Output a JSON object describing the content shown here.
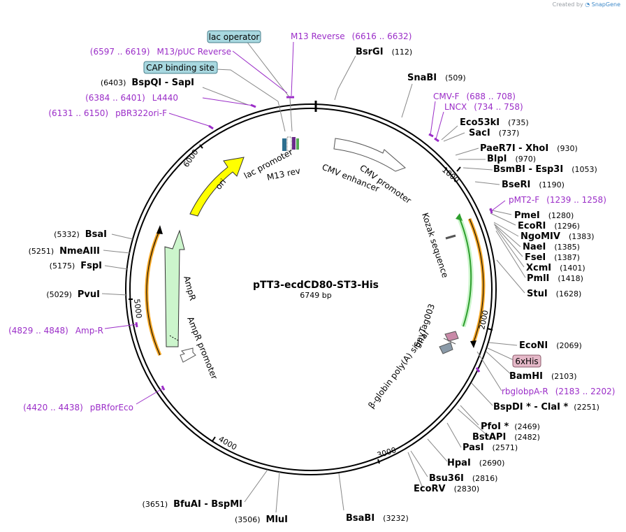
{
  "app": {
    "credit_prefix": "Created by",
    "credit_brand": "SnapGene"
  },
  "plasmid": {
    "name": "pTT3-ecdCD80-ST3-His",
    "size_label": "6749 bp",
    "length": 6749
  },
  "ticks": [
    "1000",
    "2000",
    "3000",
    "4000",
    "5000",
    "6000"
  ],
  "sites": [
    {
      "text": "BsrGI",
      "pos": "(112)",
      "bp": 112
    },
    {
      "text": "SnaBI",
      "pos": "(509)",
      "bp": 509
    },
    {
      "text": "Eco53kI",
      "pos": "(735)",
      "bp": 735
    },
    {
      "text": "SacI",
      "pos": "(737)",
      "bp": 737
    },
    {
      "text": "PaeR7I  -  XhoI",
      "pos": "(930)",
      "bp": 930
    },
    {
      "text": "BlpI",
      "pos": "(970)",
      "bp": 970
    },
    {
      "text": "BsmBI  -  Esp3I",
      "pos": "(1053)",
      "bp": 1053
    },
    {
      "text": "BseRI",
      "pos": "(1190)",
      "bp": 1190
    },
    {
      "text": "PmeI",
      "pos": "(1280)",
      "bp": 1280
    },
    {
      "text": "EcoRI",
      "pos": "(1296)",
      "bp": 1296
    },
    {
      "text": "NgoMIV",
      "pos": "(1383)",
      "bp": 1383
    },
    {
      "text": "NaeI",
      "pos": "(1385)",
      "bp": 1385
    },
    {
      "text": "FseI",
      "pos": "(1387)",
      "bp": 1387
    },
    {
      "text": "XcmI",
      "pos": "(1401)",
      "bp": 1401
    },
    {
      "text": "PmlI",
      "pos": "(1418)",
      "bp": 1418
    },
    {
      "text": "StuI",
      "pos": "(1628)",
      "bp": 1628
    },
    {
      "text": "EcoNI",
      "pos": "(2069)",
      "bp": 2069
    },
    {
      "text": "BamHI",
      "pos": "(2103)",
      "bp": 2103
    },
    {
      "text": "BspDI *  -  ClaI *",
      "pos": "(2251)",
      "bp": 2251
    },
    {
      "text": "PfoI *",
      "pos": "(2469)",
      "bp": 2469
    },
    {
      "text": "BstAPI",
      "pos": "(2482)",
      "bp": 2482
    },
    {
      "text": "PasI",
      "pos": "(2571)",
      "bp": 2571
    },
    {
      "text": "HpaI",
      "pos": "(2690)",
      "bp": 2690
    },
    {
      "text": "Bsu36I",
      "pos": "(2816)",
      "bp": 2816
    },
    {
      "text": "EcoRV",
      "pos": "(2830)",
      "bp": 2830
    },
    {
      "text": "BsaBI",
      "pos": "(3232)",
      "bp": 3232
    },
    {
      "text": "MluI",
      "pos": "(3506)",
      "bp": 3506
    },
    {
      "text": "BfuAI  -  BspMI",
      "pos": "(3651)",
      "bp": 3651
    },
    {
      "text": "PvuI",
      "pos": "(5029)",
      "bp": 5029
    },
    {
      "text": "FspI",
      "pos": "(5175)",
      "bp": 5175
    },
    {
      "text": "NmeAIII",
      "pos": "(5251)",
      "bp": 5251
    },
    {
      "text": "BsaI",
      "pos": "(5332)",
      "bp": 5332
    },
    {
      "text": "BspQI  -  SapI",
      "pos": "(6403)",
      "bp": 6403
    }
  ],
  "primers": [
    {
      "name": "M13 Reverse",
      "range": "(6616 .. 6632)"
    },
    {
      "name": "M13/pUC Reverse",
      "range": "(6597 .. 6619)"
    },
    {
      "name": "L4440",
      "range": "(6384 .. 6401)"
    },
    {
      "name": "pBR322ori-F",
      "range": "(6131 .. 6150)"
    },
    {
      "name": "CMV-F",
      "range": "(688 .. 708)"
    },
    {
      "name": "LNCX",
      "range": "(734 .. 758)"
    },
    {
      "name": "pMT2-F",
      "range": "(1239 .. 1258)"
    },
    {
      "name": "rbglobpA-R",
      "range": "(2183 .. 2202)"
    },
    {
      "name": "Amp-R",
      "range": "(4829 .. 4848)"
    },
    {
      "name": "pBRforEco",
      "range": "(4420 .. 4438)"
    }
  ],
  "boxed_features": [
    {
      "text": "lac operator"
    },
    {
      "text": "CAP binding site"
    },
    {
      "text": "6xHis"
    }
  ],
  "features": [
    {
      "text": "lac promoter"
    },
    {
      "text": "M13 rev"
    },
    {
      "text": "CMV enhancer"
    },
    {
      "text": "CMV promoter"
    },
    {
      "text": "Kozak sequence"
    },
    {
      "text": "SpyTag003"
    },
    {
      "text": "β-globin poly(A) signal"
    },
    {
      "text": "ori"
    },
    {
      "text": "AmpR"
    },
    {
      "text": "AmpR promoter"
    }
  ],
  "colors": {
    "ori": "#ffff00",
    "ampr": "#ccf5cc",
    "primer": "#9b2ec8",
    "cds_orange": "#f5a623",
    "cds_green": "#2e9f2e",
    "his_box": "#e5b8c8",
    "box_blue": "#a8d8e0"
  }
}
